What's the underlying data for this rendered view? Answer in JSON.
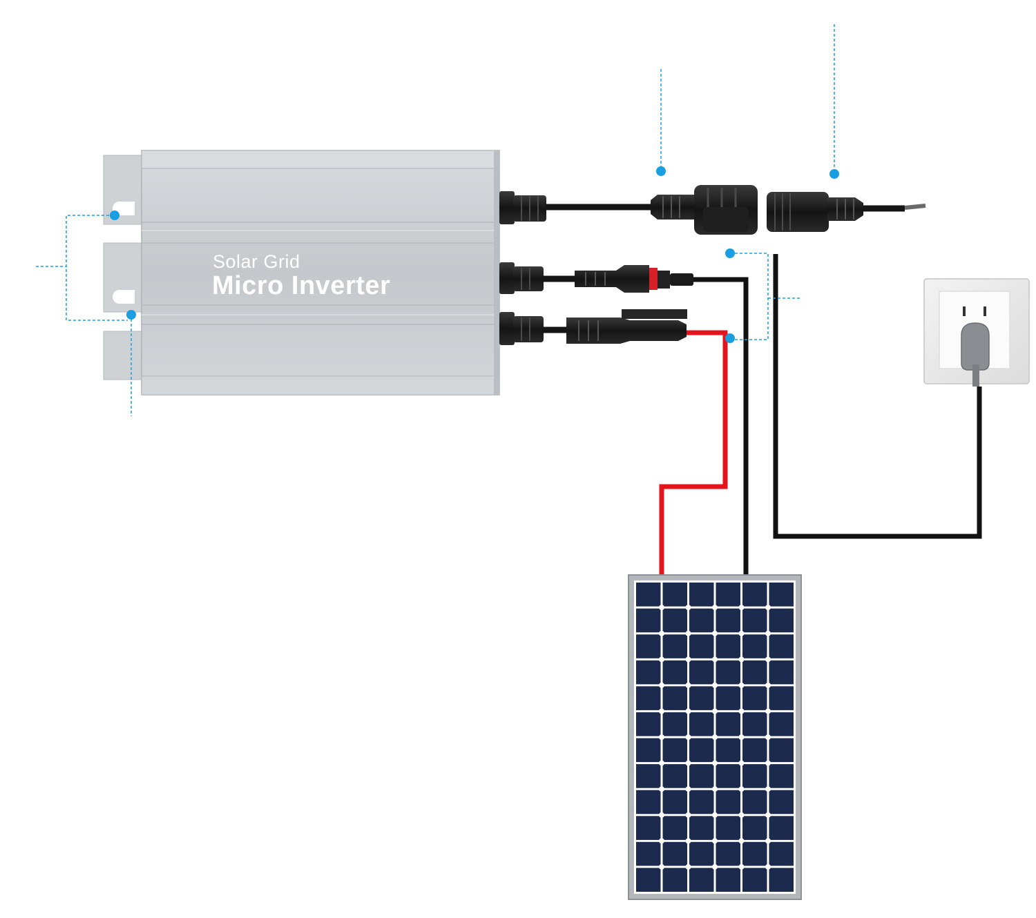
{
  "inverter": {
    "label_line1": "Solar Grid",
    "label_line2": "Micro Inverter",
    "body_color": "#c9cdd0"
  },
  "colors": {
    "positive_wire": "#e3141c",
    "negative_wire": "#111111",
    "callout": "#1a9ee2",
    "panel_cell": "#1c2a4e",
    "panel_frame": "#a9adb2"
  },
  "icons": [
    "mounting-bracket",
    "ac-connector-male",
    "ac-connector-female",
    "mc4-connector",
    "wall-socket",
    "plug",
    "solar-panel"
  ]
}
